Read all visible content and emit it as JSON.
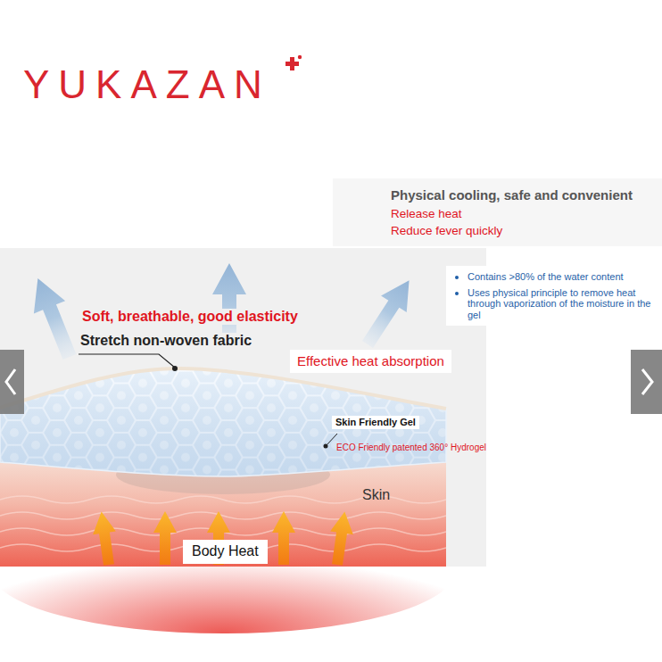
{
  "diagram": {
    "nodes": [
      {
        "text": [
          "Physical cooling, safe and convenient",
          "Release heat",
          "Reduce fever quickly"
        ]
      },
      {
        "text": [
          "Contains >80% of the water content",
          "Uses physical principle to remove heat through vaporization of the moisture in the gel"
        ]
      },
      {
        "text": [
          "Effective heat absorption"
        ]
      },
      {
        "text": [
          "Skin Friendly Gel"
        ]
      },
      {
        "text": [
          "Body Heat"
        ]
      }
    ],
    "labels": [
      "YUKAZAN",
      "Soft, breathable, good elasticity",
      "Stretch non-woven fabric",
      "ECO Friendly patented 360° Hydrogel",
      "Skin"
    ]
  }
}
